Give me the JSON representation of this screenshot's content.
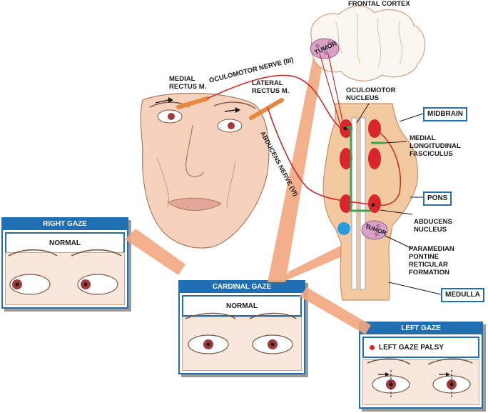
{
  "labels": {
    "frontal_cortex": "FRONTAL CORTEX",
    "tumor_top": "TUMOR",
    "tumor_bottom": "TUMOR",
    "oculomotor_nerve": "OCULOMOTOR NERVE (III)",
    "medial_rectus": [
      "MEDIAL",
      "RECTUS M."
    ],
    "lateral_rectus": [
      "LATERAL",
      "RECTUS M."
    ],
    "abducens_nerve": "ABDUCENS NERVE (VI)",
    "oculomotor_nucleus": [
      "OCULOMOTOR",
      "NUCLEUS"
    ],
    "mlf": [
      "MEDIAL",
      "LONGITUDINAL",
      "FASCICULUS"
    ],
    "abducens_nucleus": [
      "ABDUCENS",
      "NUCLEUS"
    ],
    "pprf": [
      "PARAMEDIAN",
      "PONTINE",
      "RETICULAR",
      "FORMATION"
    ]
  },
  "brainstem_regions": [
    "MIDBRAIN",
    "PONS",
    "MEDULLA"
  ],
  "panels": {
    "right_gaze": {
      "title": "RIGHT GAZE",
      "status": "NORMAL"
    },
    "cardinal_gaze": {
      "title": "CARDINAL GAZE",
      "status": "NORMAL"
    },
    "left_gaze": {
      "title": "LEFT GAZE",
      "status": "LEFT GAZE PALSY"
    }
  },
  "colors": {
    "panel_blue": "#1f6fb2",
    "nucleus_red": "#d9262c",
    "tract_green": "#3aa655",
    "beam_salmon": "#f0a07a",
    "brainstem_tan": "#f2c9a0"
  }
}
